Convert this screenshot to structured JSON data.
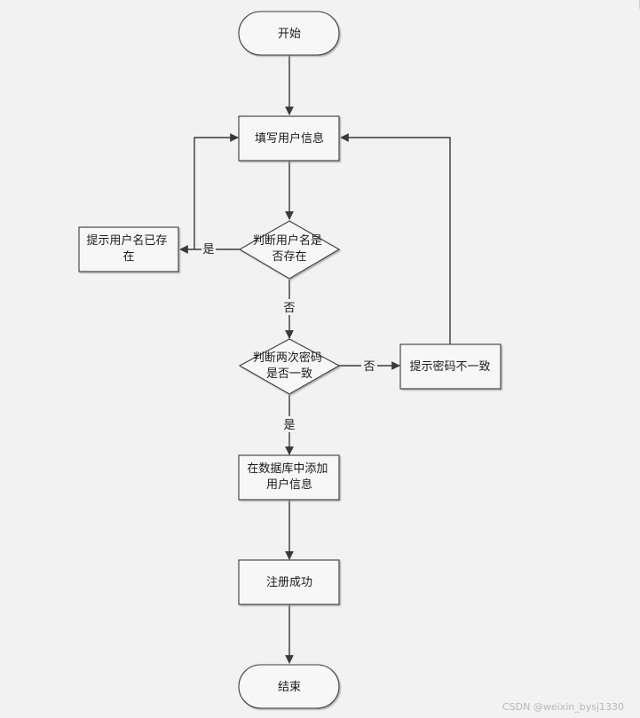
{
  "nodes": {
    "start": {
      "text": [
        "开始"
      ]
    },
    "fill_info": {
      "text": [
        "填写用户信息"
      ]
    },
    "check_username": {
      "text": [
        "判断用户名是",
        "否存在"
      ]
    },
    "username_exists": {
      "text": [
        "提示用户名已存",
        "在"
      ]
    },
    "check_password": {
      "text": [
        "判断两次密码",
        "是否一致"
      ]
    },
    "password_mismatch": {
      "text": [
        "提示密码不一致"
      ]
    },
    "add_to_db": {
      "text": [
        "在数据库中添加",
        "用户信息"
      ]
    },
    "success": {
      "text": [
        "注册成功"
      ]
    },
    "end": {
      "text": [
        "结束"
      ]
    }
  },
  "edge_labels": {
    "username_yes": "是",
    "username_no": "否",
    "password_no": "否",
    "password_yes": "是"
  },
  "watermark": "CSDN @weixin_bysj1330",
  "colors": {
    "background": "#f2f2f2",
    "node_fill": "#f7f7f7",
    "stroke": "#3a3a3a",
    "text": "#1a1a1a"
  }
}
